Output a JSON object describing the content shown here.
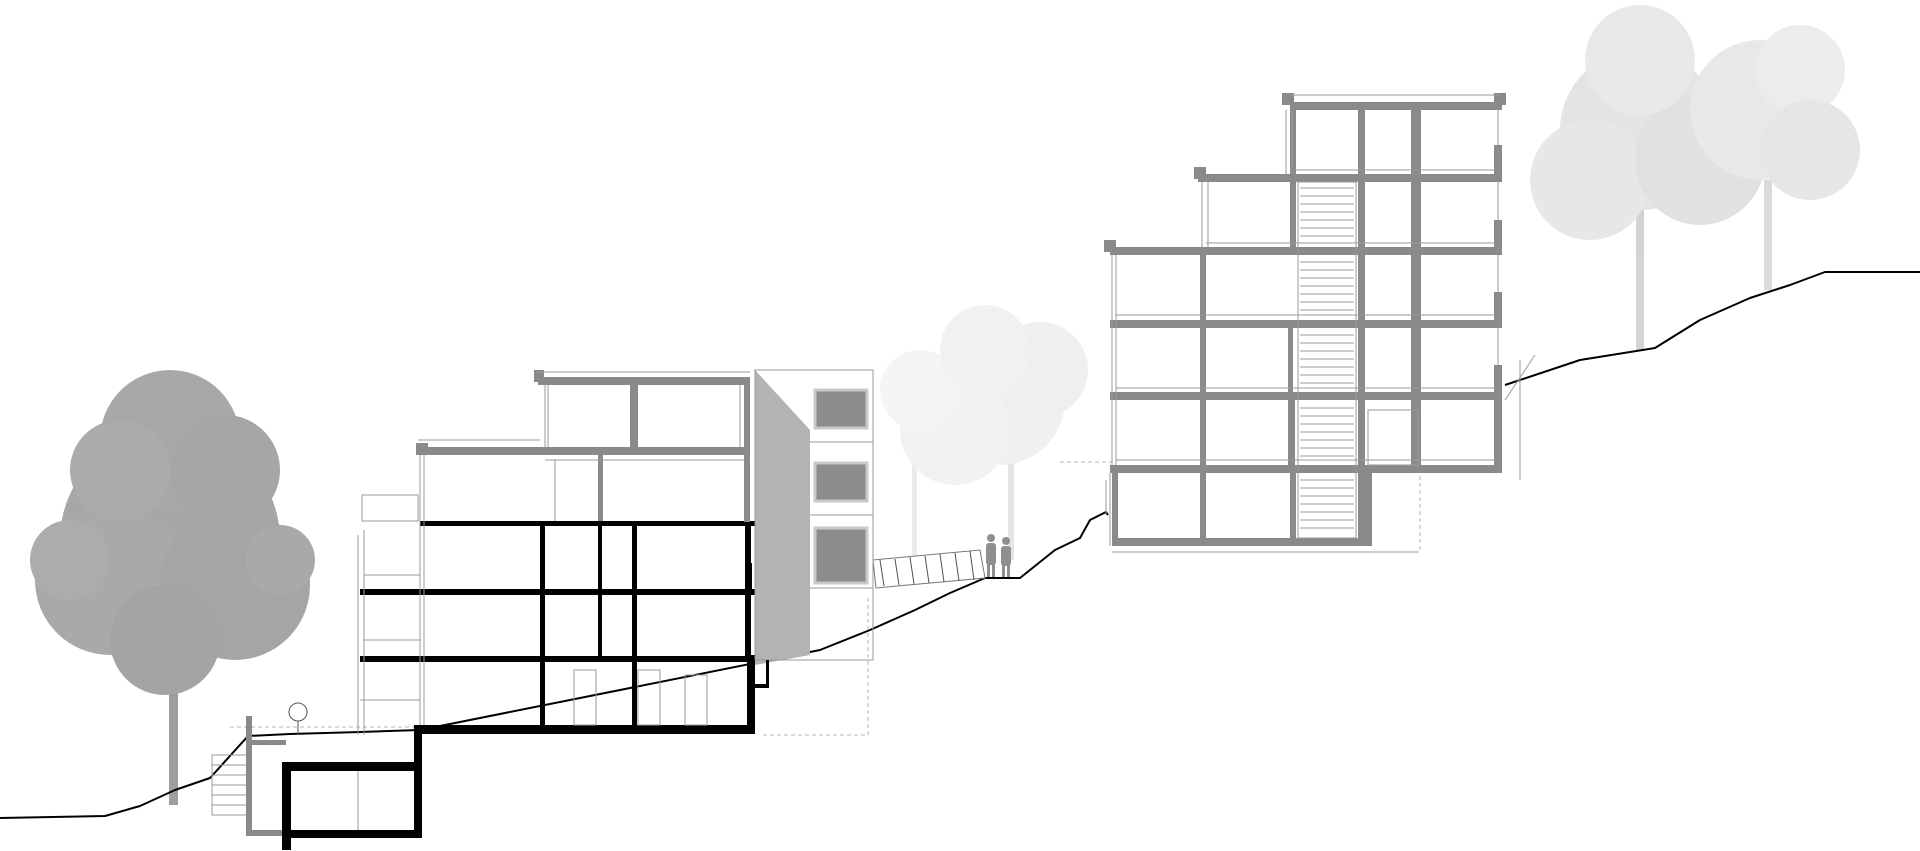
{
  "drawing": {
    "kind": "building-section",
    "colors": {
      "background": "#ffffff",
      "cut_dark": "#000000",
      "cut_gray": "#8a8a8a",
      "tree_dark": "#a3a3a3",
      "tree_light": "#d6d6d6",
      "facade": "#b3b3b3",
      "line_thin": "#9a9a9a"
    },
    "elements": {
      "trees": [
        "foreground-tree-left",
        "background-tree-middle",
        "background-trees-right"
      ],
      "buildings": [
        "lower-building-section",
        "upper-building-section"
      ],
      "figures": [
        "two-pedestrians"
      ],
      "terrain": "sloped-ground-line"
    }
  }
}
